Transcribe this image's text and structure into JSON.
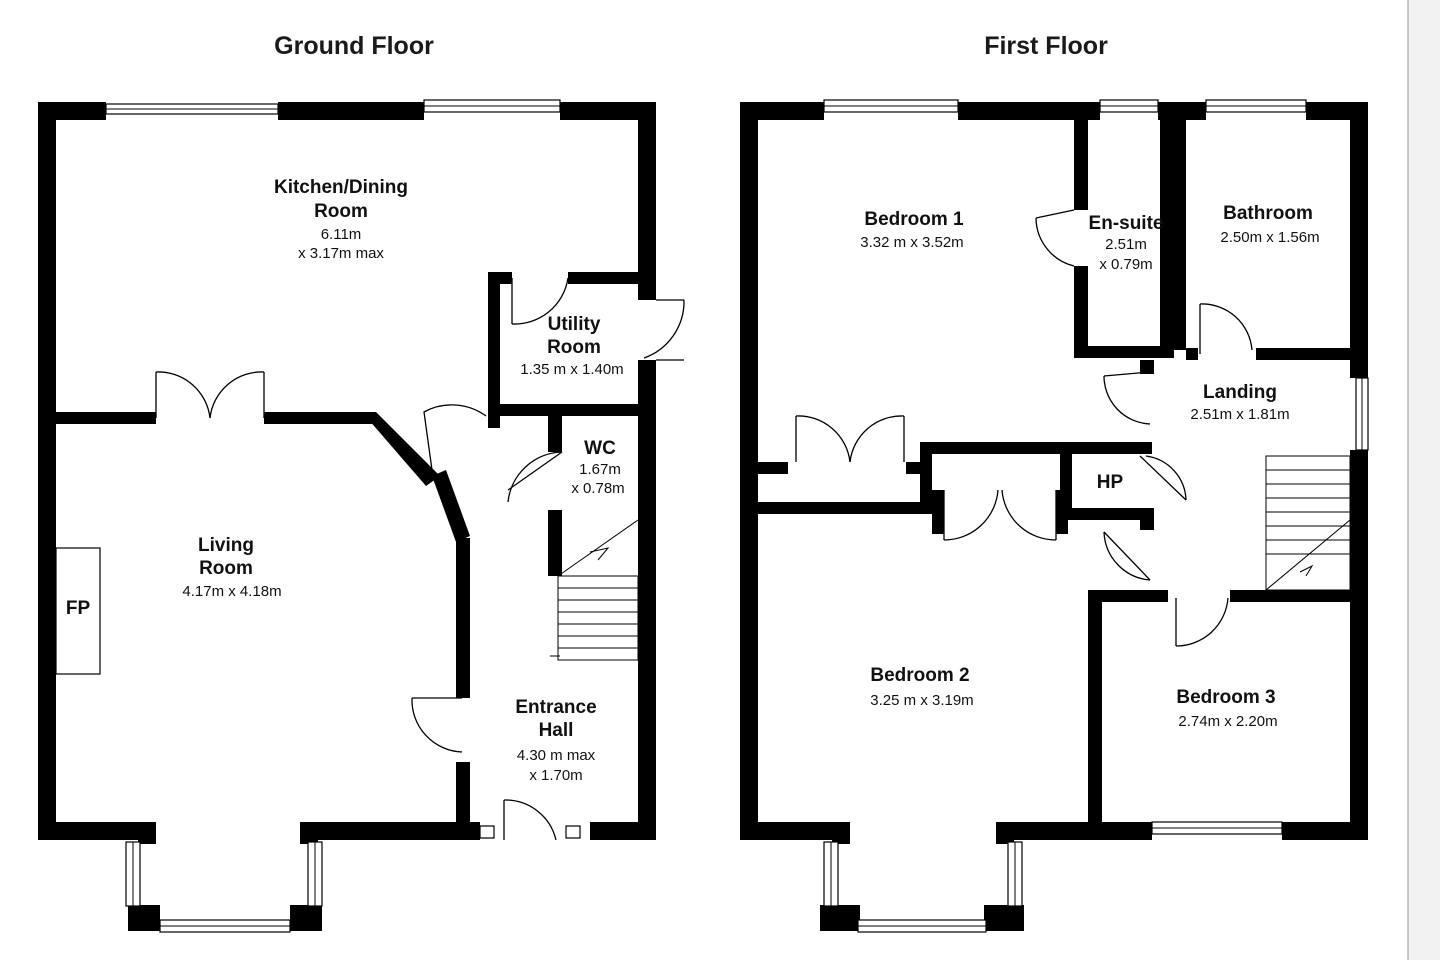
{
  "titles": {
    "ground": "Ground Floor",
    "first": "First Floor"
  },
  "ground": {
    "kitchen": {
      "name1": "Kitchen/Dining",
      "name2": "Room",
      "dim1": "6.11m",
      "dim2": "x 3.17m max"
    },
    "utility": {
      "name1": "Utility",
      "name2": "Room",
      "dim": "1.35 m x 1.40m"
    },
    "wc": {
      "name": "WC",
      "dim1": "1.67m",
      "dim2": "x 0.78m"
    },
    "living": {
      "name1": "Living",
      "name2": "Room",
      "dim": "4.17m x 4.18m"
    },
    "fp": "FP",
    "hall": {
      "name1": "Entrance",
      "name2": "Hall",
      "dim1": "4.30 m max",
      "dim2": "x 1.70m"
    }
  },
  "first": {
    "bed1": {
      "name": "Bedroom 1",
      "dim": "3.32 m x 3.52m"
    },
    "ensuite": {
      "name": "En-suite",
      "dim1": "2.51m",
      "dim2": "x 0.79m"
    },
    "bath": {
      "name": "Bathroom",
      "dim": "2.50m x 1.56m"
    },
    "landing": {
      "name": "Landing",
      "dim": "2.51m x 1.81m"
    },
    "hp": "HP",
    "bed2": {
      "name": "Bedroom 2",
      "dim": "3.25 m x 3.19m"
    },
    "bed3": {
      "name": "Bedroom 3",
      "dim": "2.74m x 2.20m"
    }
  }
}
